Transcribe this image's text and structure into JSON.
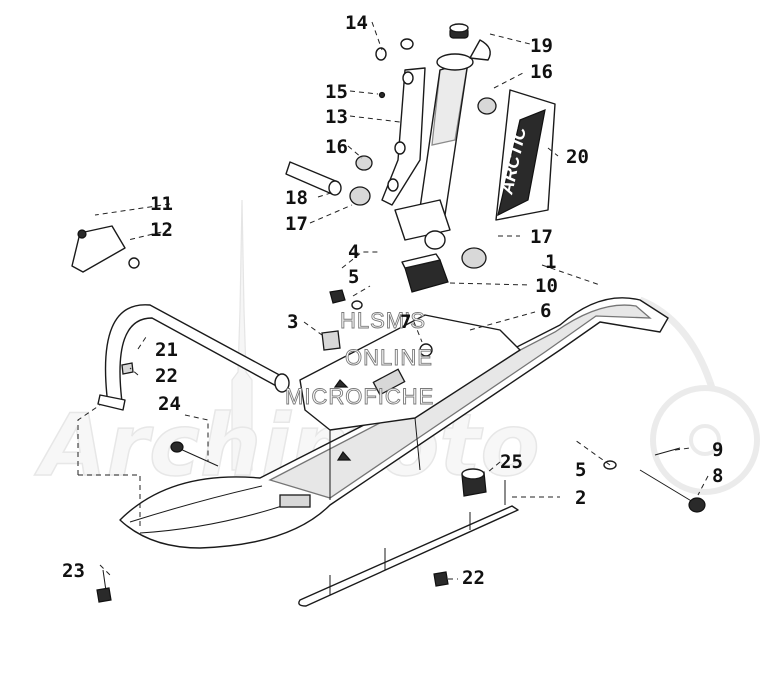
{
  "watermark": {
    "line1": "HLSM'S",
    "line2": "ONLINE",
    "line3": "MICROFICHE",
    "brand": "Archimoto"
  },
  "decal": {
    "text": "ARCTIC"
  },
  "callouts": [
    {
      "label": "14"
    },
    {
      "label": "19"
    },
    {
      "label": "16"
    },
    {
      "label": "15"
    },
    {
      "label": "13"
    },
    {
      "label": "16"
    },
    {
      "label": "20"
    },
    {
      "label": "18"
    },
    {
      "label": "17"
    },
    {
      "label": "11"
    },
    {
      "label": "12"
    },
    {
      "label": "17"
    },
    {
      "label": "4"
    },
    {
      "label": "5"
    },
    {
      "label": "1"
    },
    {
      "label": "10"
    },
    {
      "label": "6"
    },
    {
      "label": "3"
    },
    {
      "label": "7"
    },
    {
      "label": "21"
    },
    {
      "label": "22"
    },
    {
      "label": "24"
    },
    {
      "label": "9"
    },
    {
      "label": "5"
    },
    {
      "label": "8"
    },
    {
      "label": "25"
    },
    {
      "label": "2"
    },
    {
      "label": "23"
    },
    {
      "label": "22"
    }
  ]
}
